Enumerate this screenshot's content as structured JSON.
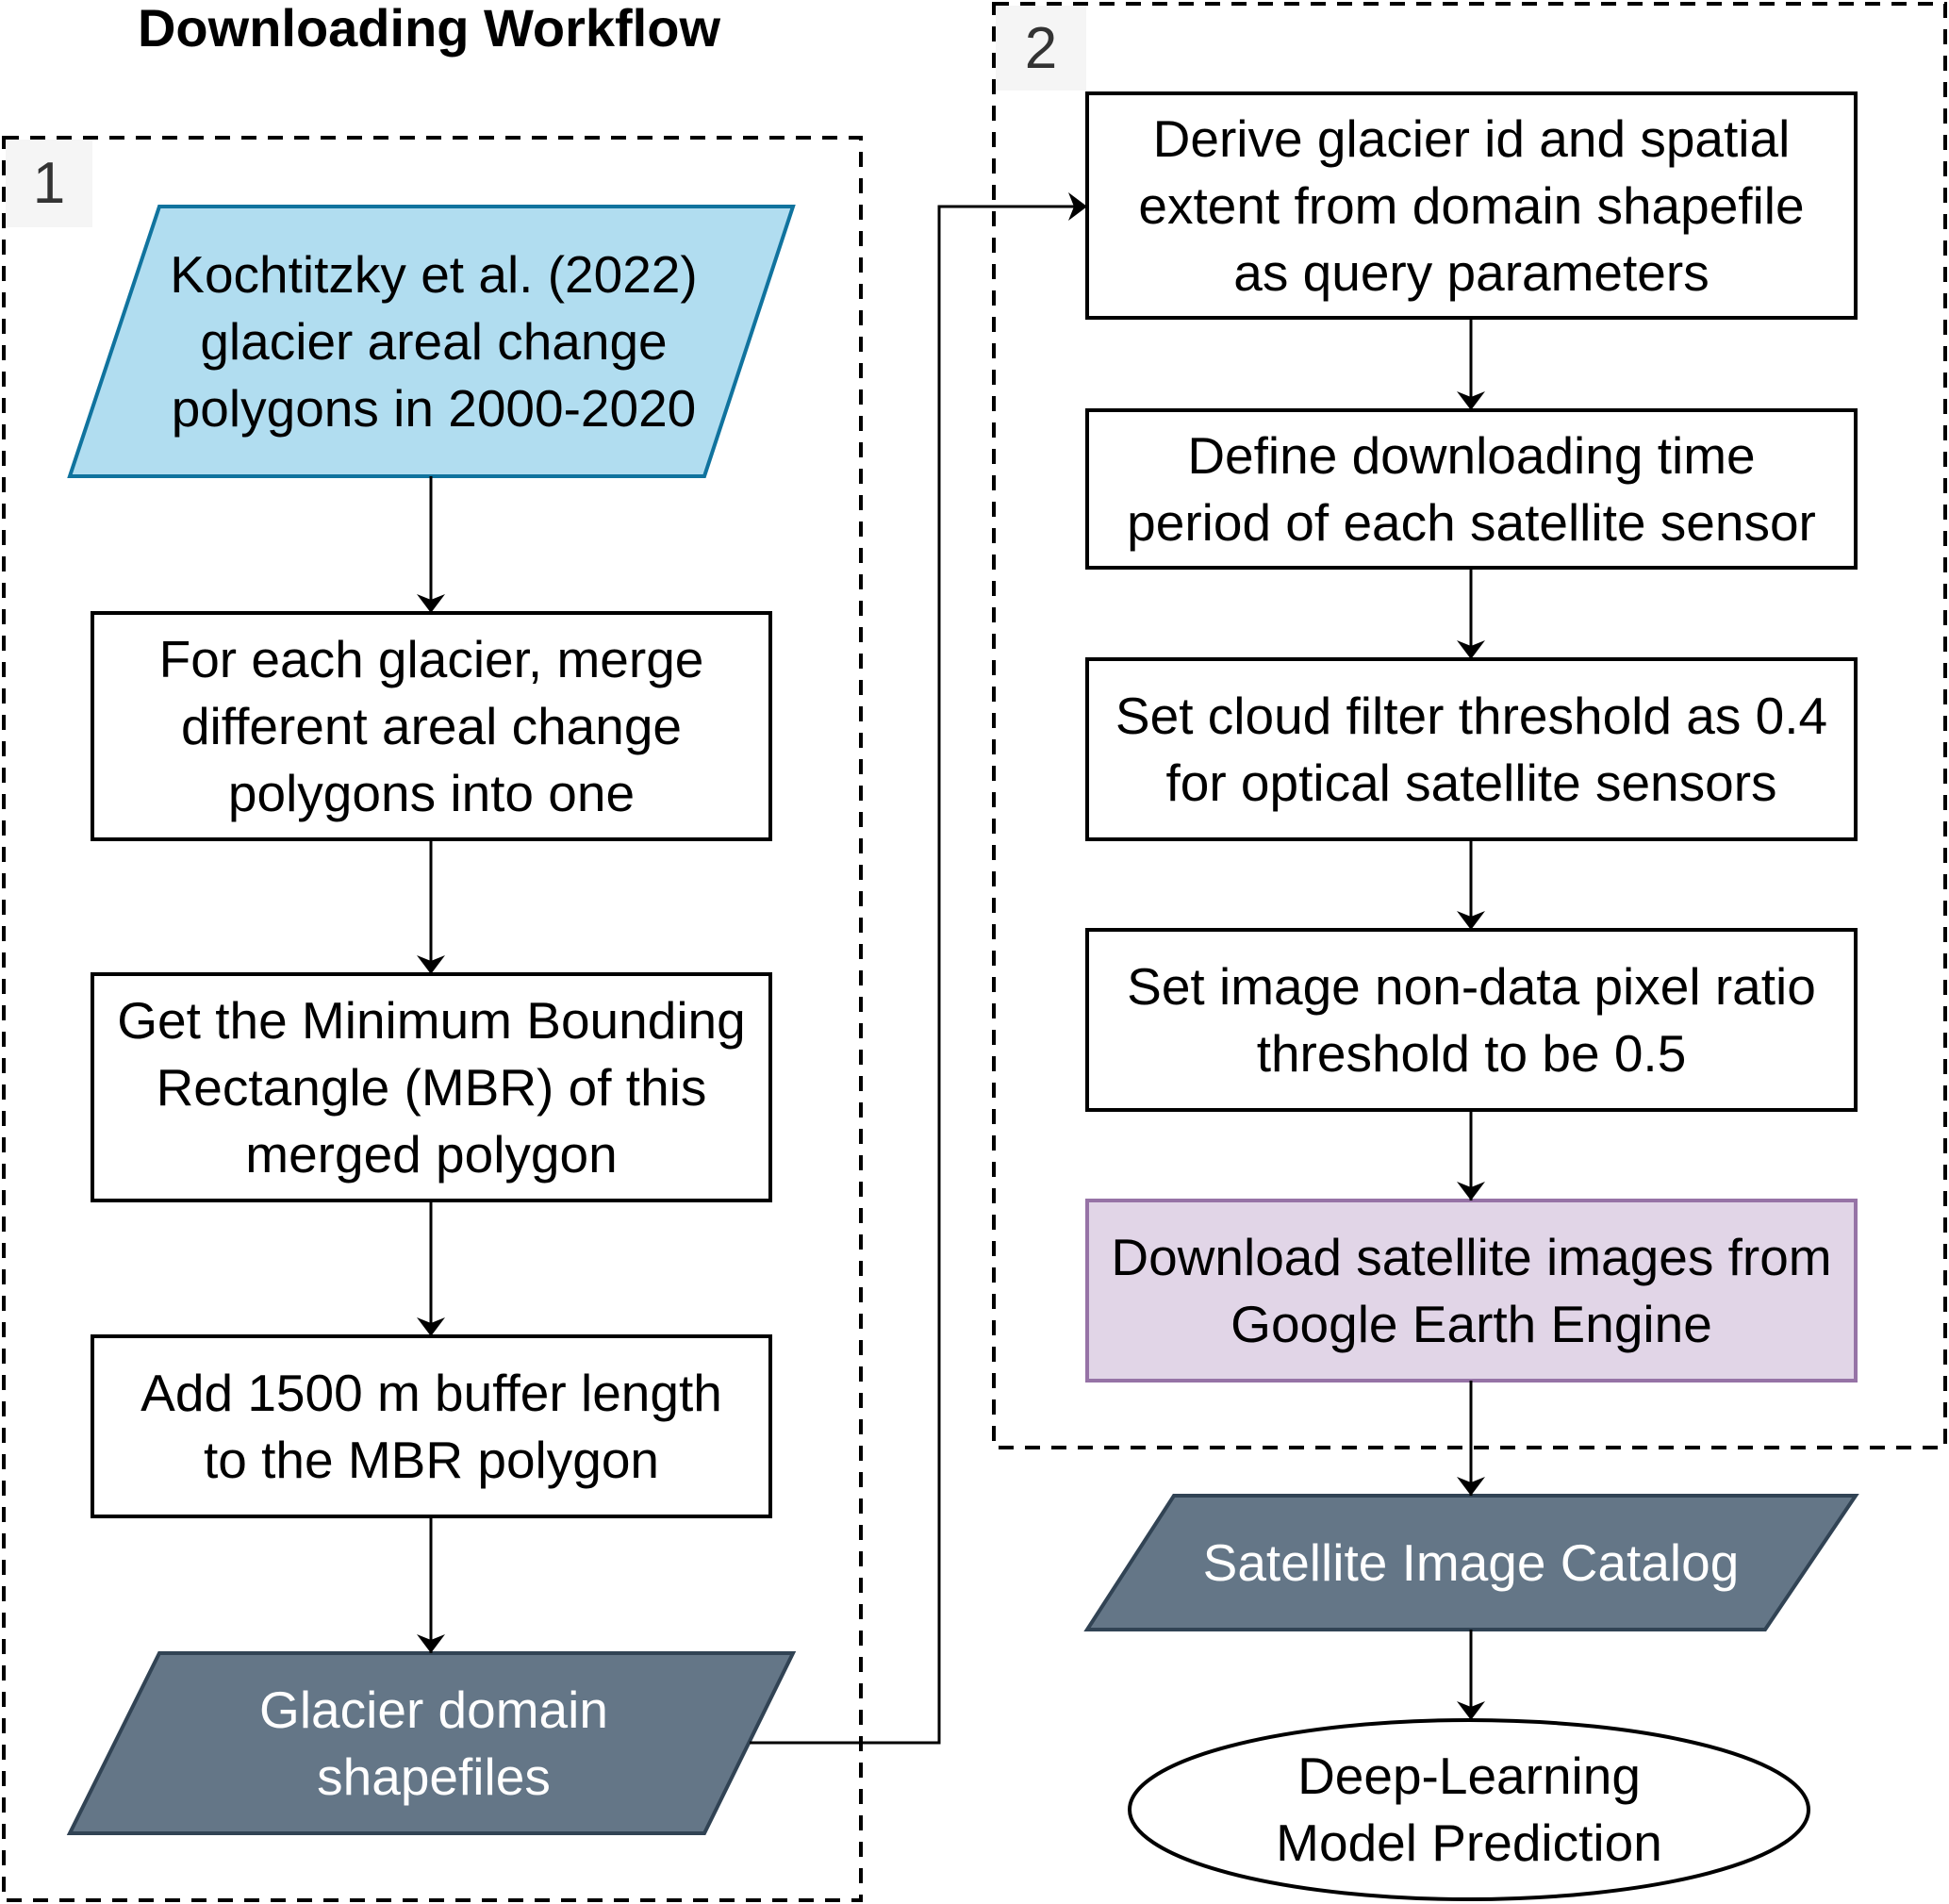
{
  "title": "Downloading Workflow",
  "groups": [
    {
      "label": "1"
    },
    {
      "label": "2"
    }
  ],
  "nodes": {
    "source": {
      "text": "Kochtitzky et al. (2022)\nglacier areal change\npolygons in 2000-2020",
      "shape": "parallelogram",
      "fill": "#b1ddf0",
      "stroke": "#10739e"
    },
    "merge": {
      "text": "For each glacier, merge\ndifferent areal change\npolygons into one",
      "shape": "rectangle"
    },
    "mbr": {
      "text": "Get the Minimum Bounding\nRectangle (MBR) of this\nmerged polygon",
      "shape": "rectangle"
    },
    "buffer": {
      "text": "Add 1500 m buffer length\nto the MBR polygon",
      "shape": "rectangle"
    },
    "domain": {
      "text": "Glacier domain\nshapefiles",
      "shape": "parallelogram",
      "fill": "#647687",
      "stroke": "#314354"
    },
    "derive": {
      "text": "Derive glacier id and spatial\nextent from domain shapefile\nas query parameters",
      "shape": "rectangle"
    },
    "period": {
      "text": "Define downloading time\nperiod of each satellite sensor",
      "shape": "rectangle"
    },
    "cloud": {
      "text": "Set cloud filter threshold as 0.4\nfor optical satellite sensors",
      "shape": "rectangle"
    },
    "nodata": {
      "text": "Set image non-data pixel ratio\nthreshold to be 0.5",
      "shape": "rectangle"
    },
    "gee": {
      "text": "Download satellite images from\nGoogle Earth Engine",
      "shape": "rectangle",
      "fill": "#e1d5e7",
      "stroke": "#9673a6"
    },
    "catalog": {
      "text": "Satellite Image Catalog",
      "shape": "parallelogram",
      "fill": "#647687",
      "stroke": "#314354"
    },
    "prediction": {
      "text": "Deep-Learning\nModel Prediction",
      "shape": "ellipse"
    }
  },
  "edges": [
    {
      "from": "source",
      "to": "merge"
    },
    {
      "from": "merge",
      "to": "mbr"
    },
    {
      "from": "mbr",
      "to": "buffer"
    },
    {
      "from": "buffer",
      "to": "domain"
    },
    {
      "from": "domain",
      "to": "derive"
    },
    {
      "from": "derive",
      "to": "period"
    },
    {
      "from": "period",
      "to": "cloud"
    },
    {
      "from": "cloud",
      "to": "nodata"
    },
    {
      "from": "nodata",
      "to": "gee"
    },
    {
      "from": "gee",
      "to": "catalog"
    },
    {
      "from": "catalog",
      "to": "prediction"
    }
  ]
}
